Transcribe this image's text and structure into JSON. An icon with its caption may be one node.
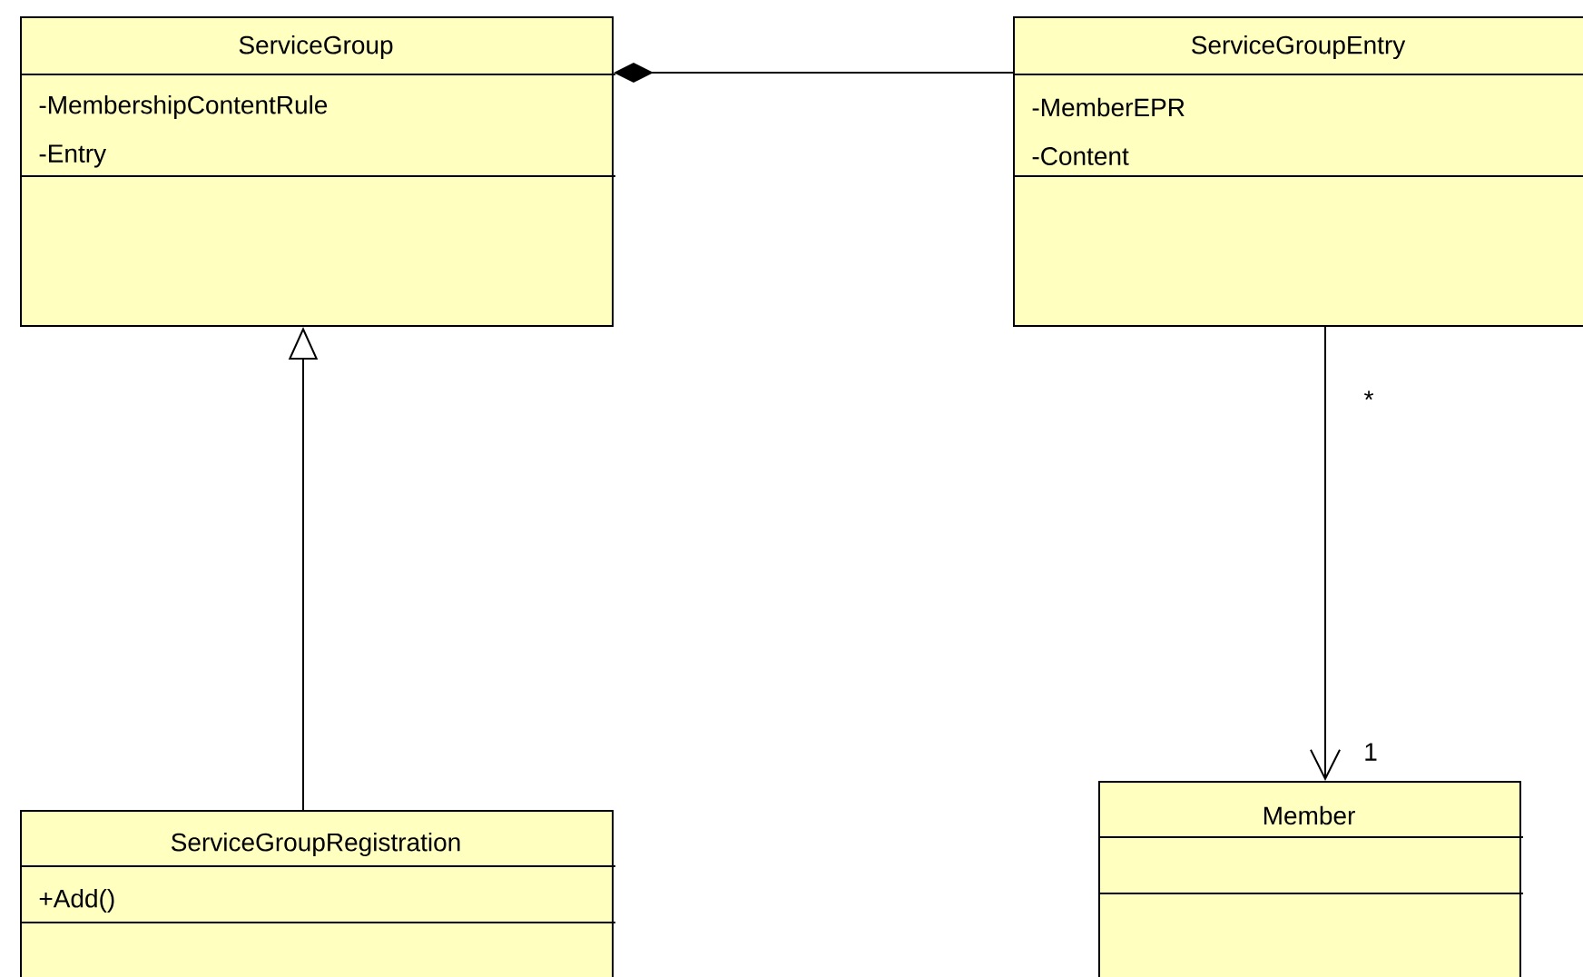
{
  "diagram": {
    "nodes": [
      {
        "text": [
          "ServiceGroup",
          "-MembershipContentRule",
          "-Entry"
        ]
      },
      {
        "text": [
          "ServiceGroupEntry",
          "-MemberEPR",
          "-Content"
        ]
      },
      {
        "text": [
          "ServiceGroupRegistration",
          "+Add()"
        ]
      },
      {
        "text": [
          "Member"
        ]
      }
    ],
    "edges": [
      {
        "from": 1,
        "to": 0,
        "arrow": "other"
      },
      {
        "from": 2,
        "to": 0,
        "arrow": "to"
      },
      {
        "from": 1,
        "to": 3,
        "arrow": "to"
      }
    ],
    "labels": [
      "*",
      "1"
    ]
  }
}
